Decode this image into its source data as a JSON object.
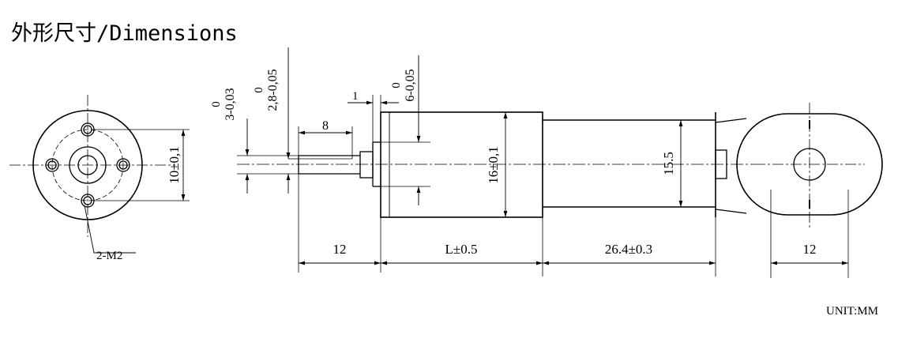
{
  "title": "外形尺寸/Dimensions",
  "unit": "UNIT:MM",
  "front_view": {
    "dia_label": "10±0,1",
    "screw_label": "2-M2"
  },
  "side_view": {
    "shaft_dia_label": "3-0,03",
    "shaft_dia_tol": "0",
    "flat_label": "2,8-0,05",
    "flat_tol": "0",
    "boss_label": "6-0,05",
    "boss_tol": "0",
    "boss_len_label": "1",
    "flat_len_label": "8",
    "gearbox_dia_label": "16±0,1",
    "motor_dia_label": "15.5",
    "shaft_len_label": "12",
    "gearbox_len_label": "L±0.5",
    "motor_len_label": "26.4±0.3"
  },
  "end_view": {
    "width_label": "12"
  }
}
